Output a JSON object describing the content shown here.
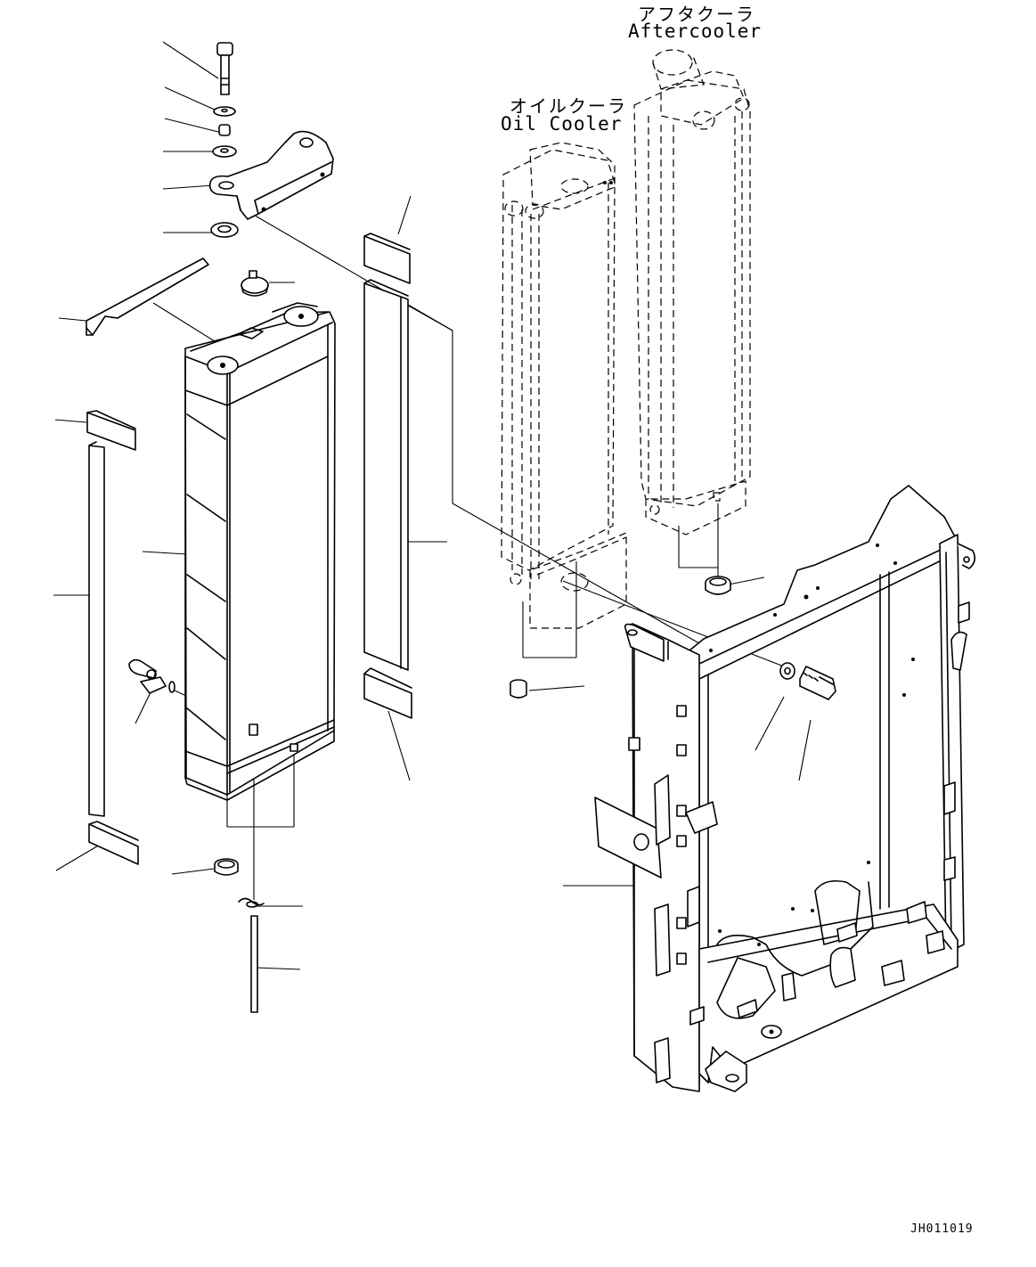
{
  "labels": {
    "aftercooler_jp": "アフタクーラ",
    "aftercooler_en": "Aftercooler",
    "oil_cooler_jp": "オイルクーラ",
    "oil_cooler_en": "Oil Cooler",
    "drawing_code": "JH011019"
  },
  "icons": {
    "radiator": "radiator-core",
    "oil_cooler": "oil-cooler-core",
    "aftercooler": "aftercooler-core",
    "frame": "radiator-guard-frame"
  }
}
